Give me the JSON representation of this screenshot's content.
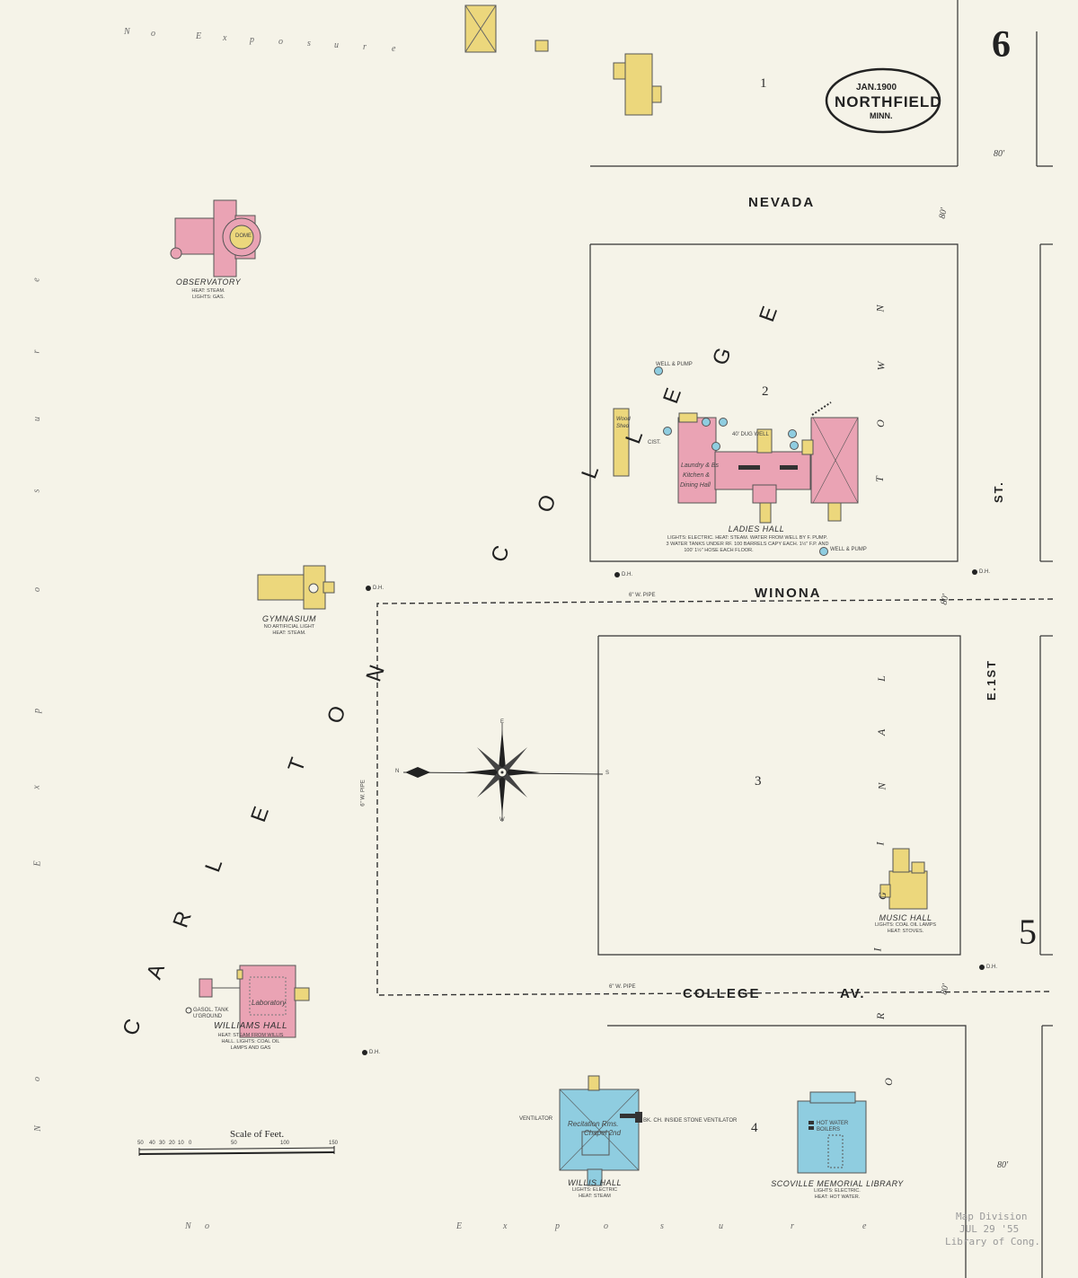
{
  "sheet_number": "6",
  "adjacent_sheet": "5",
  "title_cartouche": {
    "date": "JAN.1900",
    "city": "NORTHFIELD",
    "state": "MINN."
  },
  "streets": {
    "nevada": "NEVADA",
    "winona": "WINONA",
    "college_av": "COLLEGE",
    "av": "AV.",
    "e1st": "E.1ST",
    "st": "ST."
  },
  "street_widths": [
    "80'",
    "80'",
    "80'",
    "80'",
    "80'"
  ],
  "college_label": [
    "C",
    "A",
    "R",
    "L",
    "E",
    "T",
    "O",
    "N",
    "C",
    "O",
    "L",
    "L",
    "E",
    "G",
    "E"
  ],
  "open_area_letters": [
    "O",
    "R",
    "I",
    "G",
    "I",
    "N",
    "A",
    "L",
    "T",
    "O",
    "W",
    "N"
  ],
  "no_exposure": {
    "top": [
      "N",
      "o",
      "E",
      "x",
      "p",
      "o",
      "s",
      "u",
      "r",
      "e"
    ],
    "left": [
      "N",
      "o",
      "E",
      "x",
      "p",
      "o",
      "s",
      "u",
      "r",
      "e"
    ],
    "bottom": [
      "N",
      "o",
      "E",
      "x",
      "p",
      "o",
      "s",
      "u",
      "r",
      "e"
    ]
  },
  "block_numbers": [
    "1",
    "2",
    "3",
    "4"
  ],
  "buildings": {
    "observatory": {
      "name": "OBSERVATORY",
      "notes": [
        "HEAT: STEAM.",
        "LIGHTS: GAS."
      ],
      "dome": "DOME"
    },
    "ladies_hall": {
      "name": "LADIES HALL",
      "notes": [
        "LIGHTS: ELECTRIC. HEAT: STEAM. WATER FROM WELL BY F. PUMP.",
        "3 WATER TANKS UNDER RF. 100 BARRELS CAPY EACH. 1½\" F.P. AND",
        "100' 1½\" HOSE EACH FLOOR."
      ],
      "interior": [
        "Laundry & Bs",
        "Kitchen &",
        "Dining Hall"
      ],
      "wood_shed": [
        "Wood",
        "Shed"
      ],
      "well_pump_top": "WELL & PUMP",
      "well_pump_bottom": "WELL & PUMP",
      "cist": "CIST.",
      "forty_foot_well": "40' DUG WELL"
    },
    "gymnasium": {
      "name": "GYMNASIUM",
      "notes": [
        "NO ARTIFICIAL LIGHT",
        "HEAT: STEAM."
      ]
    },
    "music_hall": {
      "name": "MUSIC HALL",
      "notes": [
        "LIGHTS: COAL OIL LAMPS",
        "HEAT: STOVES."
      ]
    },
    "williams_hall": {
      "name": "WILLIAMS HALL",
      "interior": "Laboratory",
      "notes": [
        "HEAT: STEAM FROM WILLIS",
        "HALL. LIGHTS: COAL OIL",
        "LAMPS AND GAS"
      ],
      "gas_tank": [
        "GASOL. TANK",
        "U'GROUND"
      ]
    },
    "willis_hall": {
      "name": "WILLIS HALL",
      "interior": [
        "Recitation Rms.",
        "Chapel 2nd"
      ],
      "notes": [
        "LIGHTS: ELECTRIC",
        "HEAT: STEAM"
      ],
      "ventilator": "VENTILATOR",
      "stone_ventilator": "BK. CH. INSIDE STONE VENTILATOR"
    },
    "scoville_library": {
      "name": "SCOVILLE MEMORIAL LIBRARY",
      "notes": [
        "LIGHTS: ELECTRIC.",
        "HEAT: HOT WATER."
      ],
      "interior": [
        "HOT WATER",
        "BOILERS"
      ]
    }
  },
  "hydrant_label": "D.H.",
  "pipe_label": "6\" W. PIPE",
  "scale": {
    "title": "Scale of Feet.",
    "ticks": [
      "50",
      "40",
      "30",
      "20",
      "10",
      "0",
      "50",
      "100",
      "150"
    ]
  },
  "compass": {
    "n": "N",
    "s": "S",
    "e": "E",
    "w": "W"
  },
  "library_stamp": [
    "Map Division",
    "JUL 29 '55",
    "Library of Cong."
  ],
  "colors": {
    "paper": "#f5f3e8",
    "brick": "#eaa3b4",
    "frame": "#ecd77c",
    "stone": "#8fcde0",
    "ink": "#2a2a2a"
  }
}
